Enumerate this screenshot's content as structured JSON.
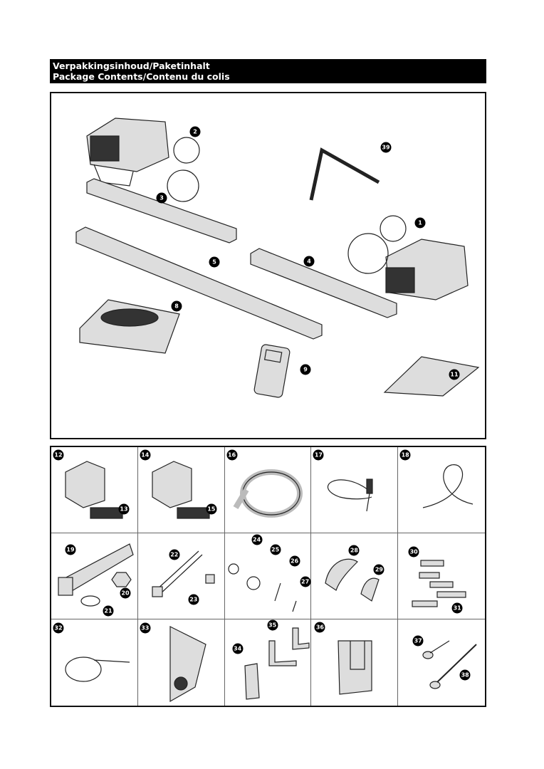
{
  "header": {
    "line1": "Verpakkingsinhoud/Paketinhalt",
    "line2": "Package Contents/Contenu du colis"
  },
  "main_box": {
    "labels": [
      "2",
      "39",
      "3",
      "1",
      "5",
      "4",
      "8",
      "9",
      "11"
    ]
  },
  "parts_grid": {
    "cells": [
      {
        "labels": [
          "12",
          "13"
        ]
      },
      {
        "labels": [
          "14",
          "15"
        ]
      },
      {
        "labels": [
          "16"
        ]
      },
      {
        "labels": [
          "17"
        ]
      },
      {
        "labels": [
          "18"
        ]
      },
      {
        "labels": [
          "19",
          "20",
          "21"
        ]
      },
      {
        "labels": [
          "22",
          "23"
        ]
      },
      {
        "labels": [
          "24",
          "25",
          "26",
          "27"
        ]
      },
      {
        "labels": [
          "28",
          "29"
        ]
      },
      {
        "labels": [
          "30",
          "31"
        ]
      },
      {
        "labels": [
          "32"
        ]
      },
      {
        "labels": [
          "33"
        ]
      },
      {
        "labels": [
          "34",
          "35"
        ]
      },
      {
        "labels": [
          "36"
        ]
      },
      {
        "labels": [
          "37",
          "38"
        ]
      }
    ]
  }
}
